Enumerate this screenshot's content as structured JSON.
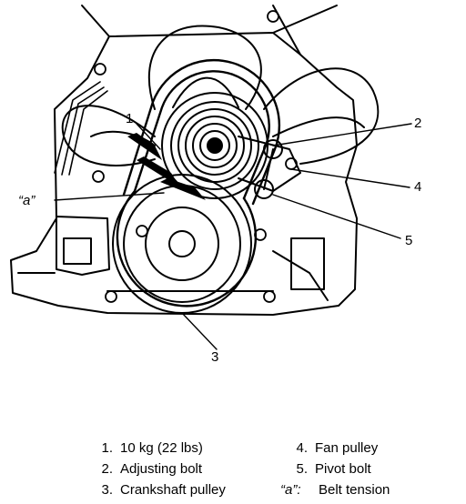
{
  "callouts": {
    "c1": "1",
    "c2": "2",
    "c3": "3",
    "c4": "4",
    "c5": "5",
    "ca": "“a”"
  },
  "legend": [
    {
      "key": "1.",
      "text": "10 kg (22 lbs)"
    },
    {
      "key": "2.",
      "text": "Adjusting bolt"
    },
    {
      "key": "3.",
      "text": "Crankshaft pulley"
    },
    {
      "key": "4.",
      "text": "Fan pulley"
    },
    {
      "key": "5.",
      "text": "Pivot bolt"
    },
    {
      "key": "“a”:",
      "text": "Belt tension"
    }
  ]
}
